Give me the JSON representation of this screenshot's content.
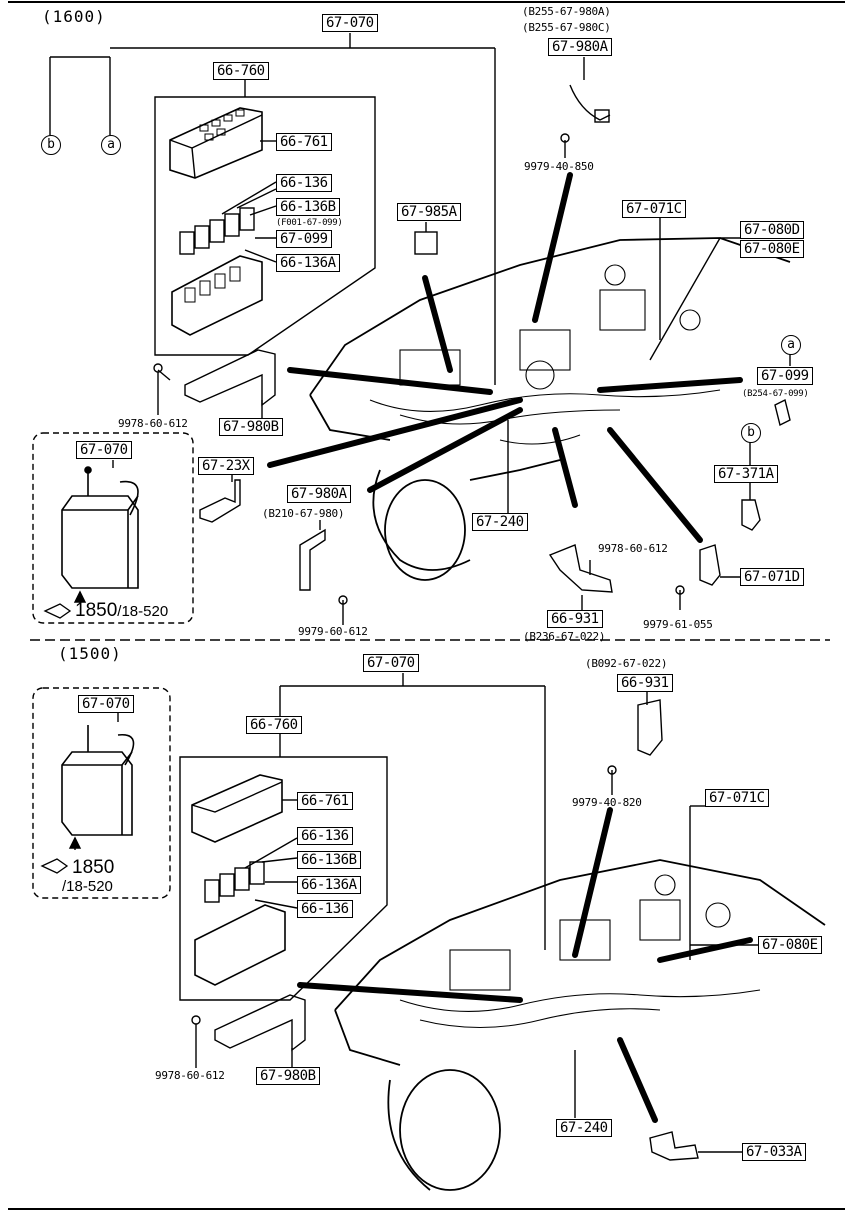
{
  "sections": {
    "top": "(1600)",
    "bottom": "(1500)"
  },
  "circles": {
    "a": "a",
    "b": "b"
  },
  "top": {
    "harness_main": "67-070",
    "fuse_block": "66-760",
    "fuse_cover": "66-761",
    "fuse_136": "66-136",
    "fuse_136b": "66-136B",
    "fuse_136b_note": "(F001-67-099)",
    "relay_099": "67-099",
    "fuse_136a": "66-136A",
    "bolt_612": "9978-60-612",
    "bracket_980b": "67-980B",
    "battery_cable": "67-070",
    "ref_num": "1850",
    "ref_suffix": "/18-520",
    "wire_23x": "67-23X",
    "wire_980a_lower": "67-980A",
    "wire_980a_lower_note": "(B210-67-980)",
    "bolt_9979_612": "9979-60-612",
    "harness_240": "67-240",
    "bolt_9978_612_b": "9978-60-612",
    "bracket_931": "66-931",
    "bracket_931_note": "(B236-67-022)",
    "wire_071d": "67-071D",
    "bolt_055": "9979-61-055",
    "wire_371a": "67-371A",
    "relay_099_r": "67-099",
    "relay_099_r_note": "(B254-67-099)",
    "wire_080d": "67-080D",
    "wire_080e": "67-080E",
    "wire_071c": "67-071C",
    "relay_985a": "67-985A",
    "sensor_980a": "67-980A",
    "sensor_note1": "(B255-67-980A)",
    "sensor_note2": "(B255-67-980C)",
    "bolt_850": "9979-40-850"
  },
  "bottom": {
    "harness_main": "67-070",
    "fuse_block": "66-760",
    "fuse_cover": "66-761",
    "fuse_136": "66-136",
    "fuse_136b": "66-136B",
    "fuse_136a": "66-136A",
    "fuse_136_2": "66-136",
    "bolt_612": "9978-60-612",
    "bracket_980b": "67-980B",
    "battery_cable": "67-070",
    "ref_num": "1850",
    "ref_suffix": "/18-520",
    "bracket_note": "(B092-67-022)",
    "bracket_931": "66-931",
    "bolt_820": "9979-40-820",
    "wire_071c": "67-071C",
    "wire_080e": "67-080E",
    "harness_240": "67-240",
    "wire_033a": "67-033A"
  }
}
